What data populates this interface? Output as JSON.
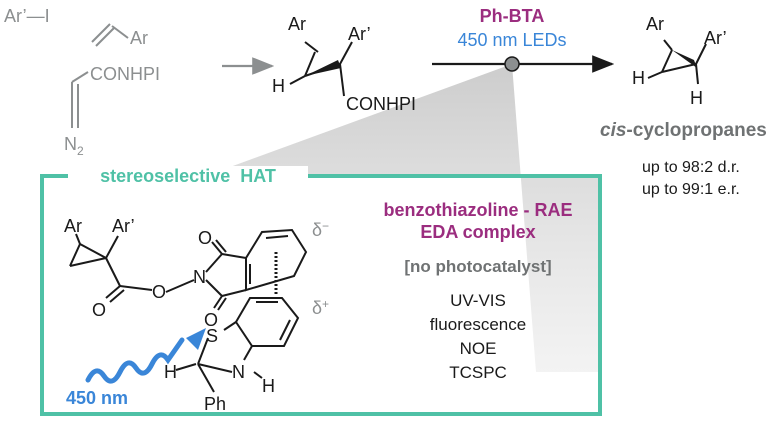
{
  "colors": {
    "grey": "#8c8f90",
    "black": "#1a1a1a",
    "purple": "#9b2d7f",
    "blue": "#3a86d8",
    "teal": "#4fc1a6",
    "cone": "#c9c9c9"
  },
  "reagents": {
    "aryl_iodide": "Ar’—I",
    "styrene_ar": "Ar",
    "diazo_group": "CONHPI",
    "diazo_n2": "N",
    "diazo_n2_sub": "2"
  },
  "intermediate": {
    "ar": "Ar",
    "ar_prime": "Ar’",
    "h": "H",
    "conhpi": "CONHPI"
  },
  "conditions": {
    "reagent": "Ph-BTA",
    "light": "450 nm LEDs"
  },
  "product": {
    "ar": "Ar",
    "ar_prime": "Ar’",
    "h1": "H",
    "h2": "H",
    "title_italic": "cis",
    "title_rest": "-cyclopropanes",
    "dr": "up to 98:2 d.r.",
    "er": "up to 99:1 e.r."
  },
  "box": {
    "title": "stereoselective  HAT",
    "complex_line1": "benzothiazoline - RAE",
    "complex_line2": "EDA complex",
    "no_pc": "[no photocatalyst]",
    "methods": [
      "UV-VIS",
      "fluorescence",
      "NOE",
      "TCSPC"
    ],
    "light_label": "450 nm",
    "delta_minus": "δ",
    "delta_minus_sup": "−",
    "delta_plus": "δ",
    "delta_plus_sup": "+",
    "struct": {
      "ar": "Ar",
      "ar_prime": "Ar’",
      "o1": "O",
      "o2": "O",
      "o3": "O",
      "n_imide": "N",
      "o_ester": "O",
      "s": "S",
      "n_bta": "N",
      "h_c": "H",
      "h_n": "H",
      "ph": "Ph"
    }
  }
}
